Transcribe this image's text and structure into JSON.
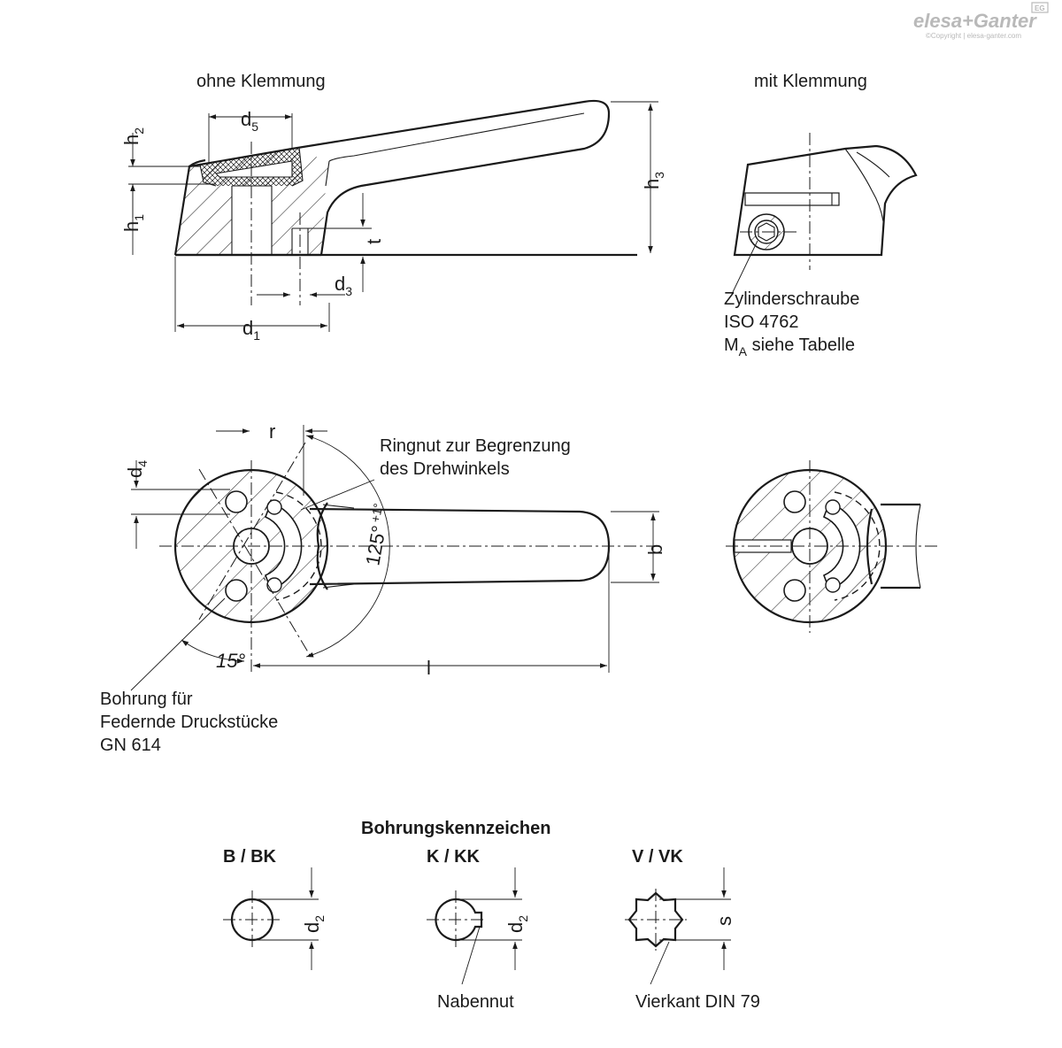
{
  "brand": {
    "logo_text": "elesa+Ganter",
    "copyright": "©Copyright | elesa-ganter.com",
    "badge": "EG"
  },
  "views": {
    "without_clamping": "ohne Klemmung",
    "with_clamping": "mit Klemmung"
  },
  "dimensions": {
    "d": "d",
    "h": "h",
    "r": "r",
    "t": "t",
    "b": "b",
    "l": "l",
    "s": "s",
    "sub1": "1",
    "sub2": "2",
    "sub3": "3",
    "sub4": "4",
    "sub5": "5",
    "angle_main": "125°",
    "angle_tol": "+1°",
    "angle_small": "15°"
  },
  "callouts": {
    "screw_line1": "Zylinderschraube",
    "screw_line2": "ISO 4762",
    "screw_line3_M": "M",
    "screw_line3_sub": "A",
    "screw_line3_rest": " siehe Tabelle",
    "groove_line1": "Ringnut zur Begrenzung",
    "groove_line2": "des Drehwinkels",
    "bore_line1": "Bohrung für",
    "bore_line2": "Federnde Druckstücke",
    "bore_line3": "GN 614"
  },
  "bore_codes": {
    "title": "Bohrungskennzeichen",
    "variant_1": "B / BK",
    "variant_2": "K / KK",
    "variant_3": "V / VK",
    "keyway_label": "Nabennut",
    "square_label": "Vierkant DIN 79"
  }
}
